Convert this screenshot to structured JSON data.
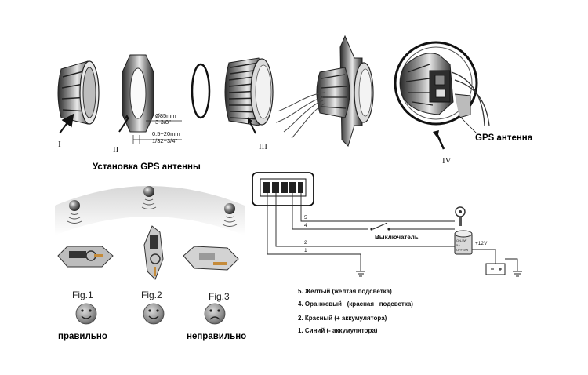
{
  "installation": {
    "part_labels": [
      "I",
      "II",
      "III",
      "IV"
    ],
    "diameter_label": "Ø85mm",
    "diameter_label_inch": "3-3/8\"",
    "thickness_label": "0.5~20mm",
    "thickness_label_inch": "1/32~3/4\"",
    "gps_antenna_label": "GPS антенна",
    "caption": "Установка GPS антенны"
  },
  "placement": {
    "figures": [
      "Fig.1",
      "Fig.2",
      "Fig.3"
    ],
    "correct_label": "правильно",
    "incorrect_label": "неправильно"
  },
  "wiring": {
    "wire_numbers": [
      "5",
      "4",
      "2",
      "1"
    ],
    "switch_label": "Выключатель",
    "plus_label": "+12V",
    "fuse_lines": [
      "ON-5W",
      "5A",
      "OFF-5W"
    ],
    "legend": [
      "5. Желтый (желтая подсветка)",
      "4. Оранжевый   (красная   подсветка)",
      "2. Красный (+ аккумулятора)",
      "1. Синий (- аккумулятора)"
    ]
  },
  "colors": {
    "line": "#222222",
    "metal_dark": "#3a3a3a",
    "metal_light": "#d9d9d9",
    "smiley": "#8a8a8a"
  }
}
